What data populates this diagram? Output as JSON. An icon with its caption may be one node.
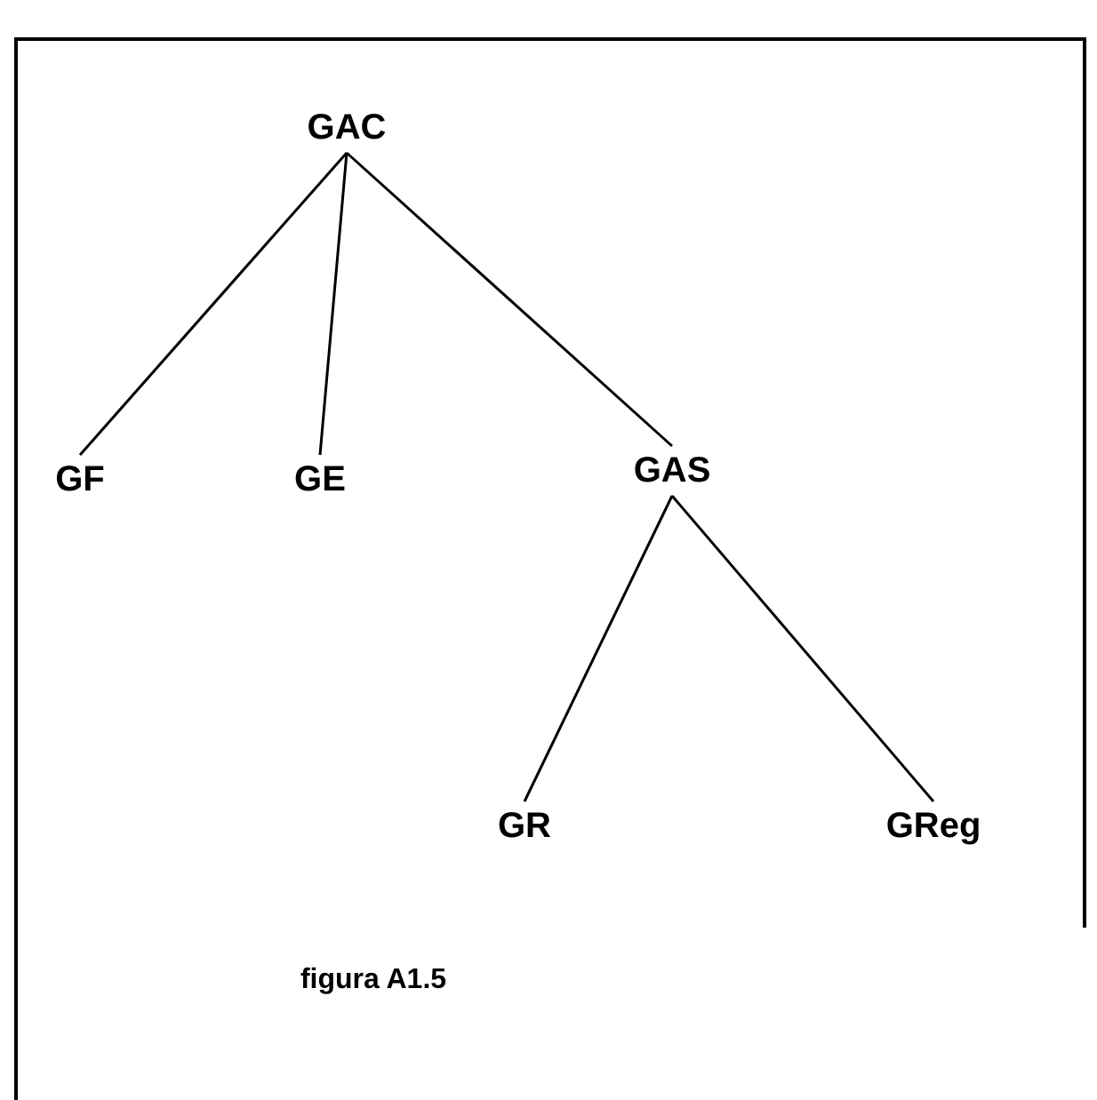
{
  "diagram": {
    "caption": "figura A1.5",
    "nodes": [
      {
        "text": [
          "GAC"
        ]
      },
      {
        "text": [
          "GF"
        ]
      },
      {
        "text": [
          "GE"
        ]
      },
      {
        "text": [
          "GAS"
        ]
      },
      {
        "text": [
          "GR"
        ]
      },
      {
        "text": [
          "GReg"
        ]
      }
    ],
    "edges": [
      {
        "from": 0,
        "to": 1,
        "arrow": "none"
      },
      {
        "from": 0,
        "to": 2,
        "arrow": "none"
      },
      {
        "from": 0,
        "to": 3,
        "arrow": "none"
      },
      {
        "from": 3,
        "to": 4,
        "arrow": "none"
      },
      {
        "from": 3,
        "to": 5,
        "arrow": "none"
      }
    ]
  }
}
